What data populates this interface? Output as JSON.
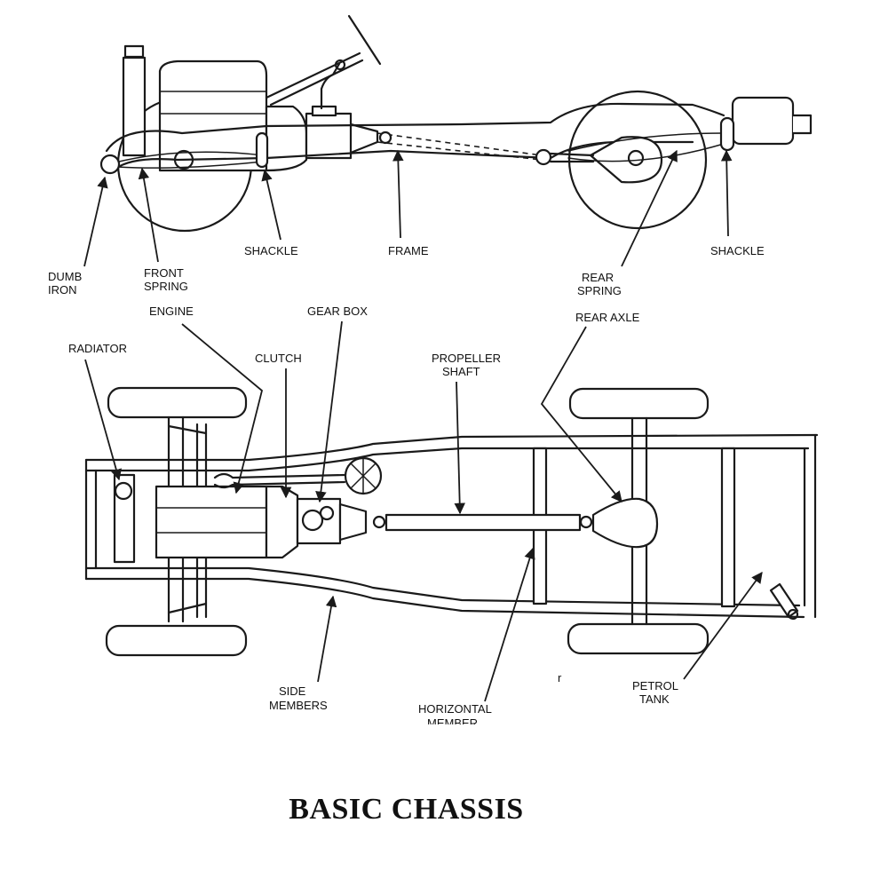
{
  "title": "BASIC CHASSIS",
  "side_view": {
    "labels": {
      "dumb_iron": [
        "DUMB",
        "IRON"
      ],
      "front_spring": [
        "FRONT",
        "SPRING"
      ],
      "shackle_front": "SHACKLE",
      "frame": "FRAME",
      "rear_spring": [
        "REAR",
        "SPRING"
      ],
      "shackle_rear": "SHACKLE"
    }
  },
  "plan_view": {
    "labels": {
      "engine": "ENGINE",
      "gear_box": "GEAR BOX",
      "rear_axle": "REAR AXLE",
      "radiator": "RADIATOR",
      "clutch": "CLUTCH",
      "propeller_shaft": [
        "PROPELLER",
        "SHAFT"
      ],
      "side_members": [
        "SIDE",
        "MEMBERS"
      ],
      "horizontal_member": [
        "HORIZONTAL",
        "MEMBER"
      ],
      "petrol_tank": [
        "PETROL",
        "TANK"
      ]
    }
  }
}
